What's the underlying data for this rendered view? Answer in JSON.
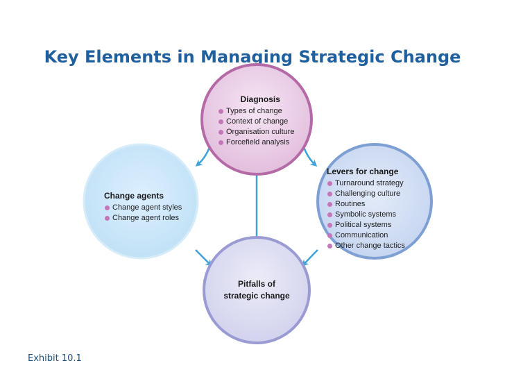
{
  "title": "Key Elements in Managing Strategic Change",
  "exhibit_label": "Exhibit 10.1",
  "colors": {
    "title": "#1f5f9e",
    "arrow": "#3fa2d8",
    "diagnosis_circle": "#e8c6e4",
    "blue_circle": "#c7e4f6",
    "levers_circle": "#cbd9f2",
    "pitfalls_circle": "#dcdcf2"
  },
  "nodes": {
    "diagnosis": {
      "heading": "Diagnosis",
      "items": [
        "Types of change",
        "Context of change",
        "Organisation culture",
        "Forcefield analysis"
      ]
    },
    "change_agents": {
      "heading": "Change agents",
      "items": [
        "Change agent styles",
        "Change agent roles"
      ]
    },
    "levers": {
      "heading": "Levers for change",
      "items": [
        "Turnaround strategy",
        "Challenging culture",
        "Routines",
        "Symbolic systems",
        "Political systems",
        "Communication",
        "Other change tactics"
      ]
    },
    "pitfalls": {
      "heading_line1": "Pitfalls of",
      "heading_line2": "strategic change"
    }
  },
  "edges": [
    {
      "from": "diagnosis",
      "to": "change_agents"
    },
    {
      "from": "diagnosis",
      "to": "levers"
    },
    {
      "from": "diagnosis",
      "to": "pitfalls"
    },
    {
      "from": "change_agents",
      "to": "pitfalls"
    },
    {
      "from": "levers",
      "to": "pitfalls"
    }
  ]
}
